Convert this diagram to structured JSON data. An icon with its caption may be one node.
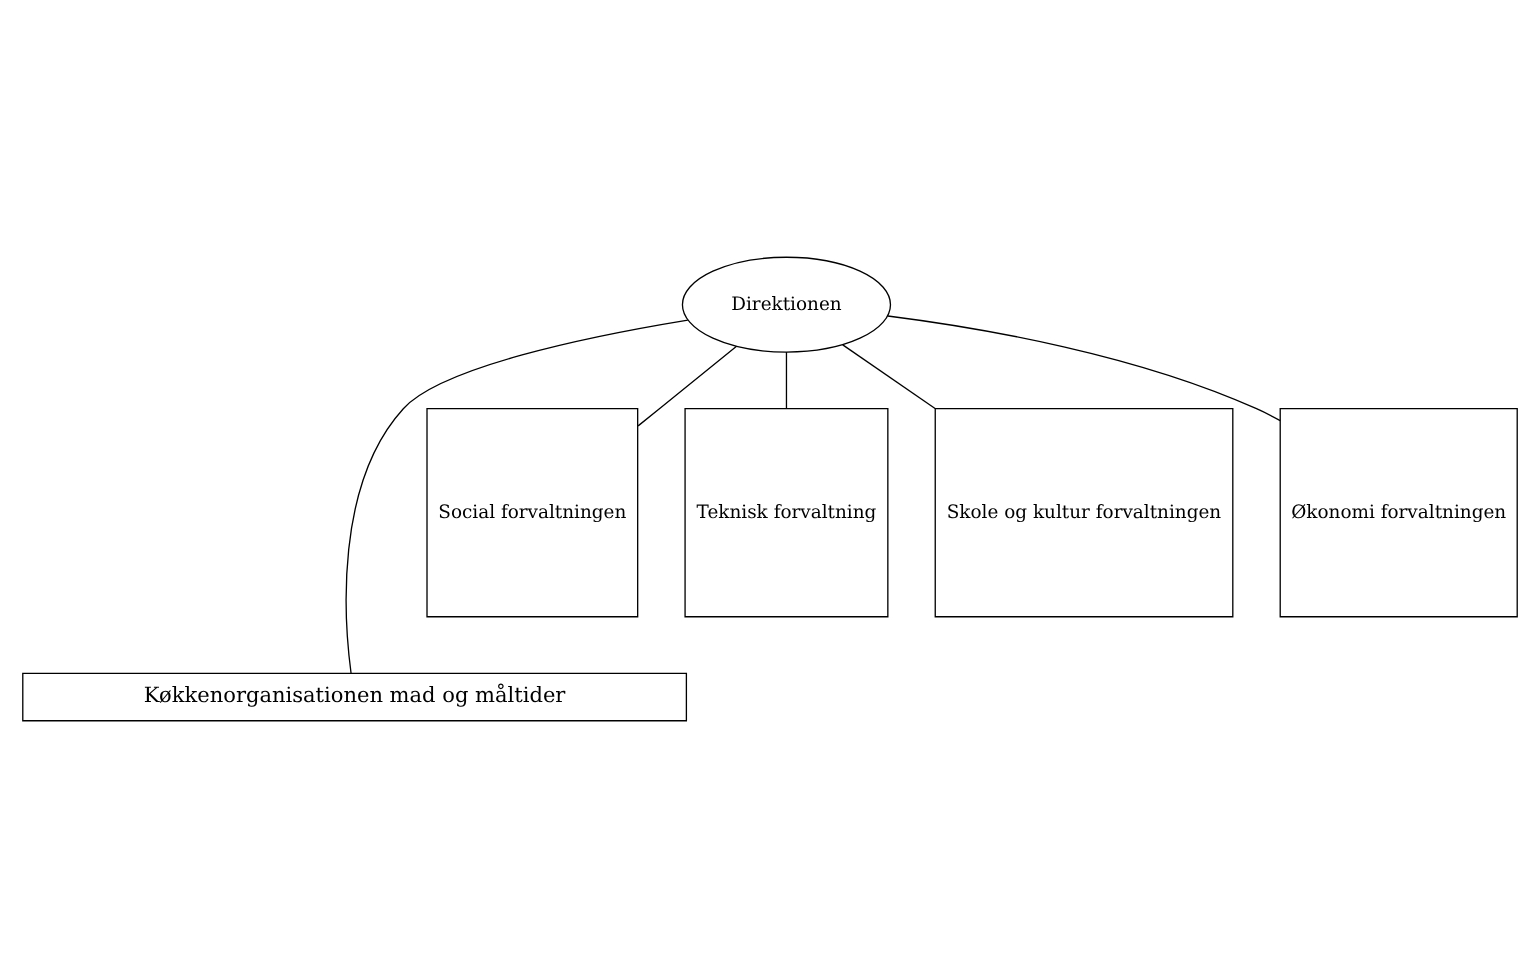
{
  "diagram": {
    "nodes": [
      {
        "text": [
          "Direktionen"
        ]
      },
      {
        "text": [
          "Køkkenorganisationen mad og måltider"
        ]
      },
      {
        "text": [
          "Social forvaltningen"
        ]
      },
      {
        "text": [
          "Teknisk forvaltning"
        ]
      },
      {
        "text": [
          "Skole og kultur forvaltningen"
        ]
      },
      {
        "text": [
          "Økonomi forvaltningen"
        ]
      }
    ],
    "edges": [
      {
        "from": 0,
        "to": 2,
        "arrow": "none"
      },
      {
        "from": 0,
        "to": 3,
        "arrow": "none"
      },
      {
        "from": 0,
        "to": 4,
        "arrow": "none"
      },
      {
        "from": 0,
        "to": 5,
        "arrow": "none"
      },
      {
        "from": 0,
        "to": 1,
        "arrow": "none"
      }
    ]
  }
}
